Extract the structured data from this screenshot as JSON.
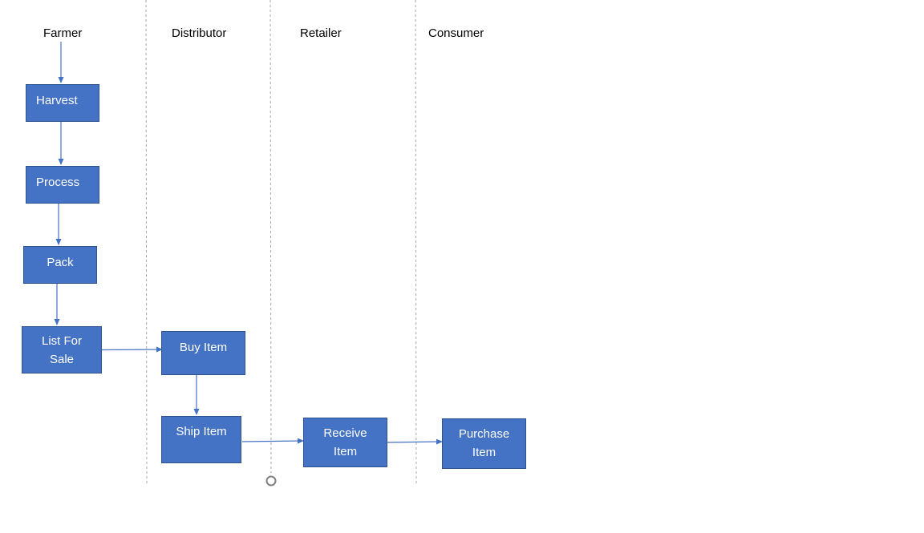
{
  "lanes": [
    {
      "id": "farmer",
      "label": "Farmer"
    },
    {
      "id": "distributor",
      "label": "Distributor"
    },
    {
      "id": "retailer",
      "label": "Retailer"
    },
    {
      "id": "consumer",
      "label": "Consumer"
    }
  ],
  "nodes": [
    {
      "id": "harvest",
      "label": "Harvest"
    },
    {
      "id": "process",
      "label": "Process"
    },
    {
      "id": "pack",
      "label": "Pack"
    },
    {
      "id": "list_for_sale",
      "label": "List For Sale"
    },
    {
      "id": "buy_item",
      "label": "Buy Item"
    },
    {
      "id": "ship_item",
      "label": "Ship Item"
    },
    {
      "id": "receive_item",
      "label": "Receive Item"
    },
    {
      "id": "purchase_item",
      "label": "Purchase Item"
    }
  ],
  "edges": [
    {
      "from": "farmer",
      "to": "harvest"
    },
    {
      "from": "harvest",
      "to": "process"
    },
    {
      "from": "process",
      "to": "pack"
    },
    {
      "from": "pack",
      "to": "list_for_sale"
    },
    {
      "from": "list_for_sale",
      "to": "buy_item"
    },
    {
      "from": "buy_item",
      "to": "ship_item"
    },
    {
      "from": "ship_item",
      "to": "receive_item"
    },
    {
      "from": "receive_item",
      "to": "purchase_item"
    }
  ],
  "colors": {
    "node_fill": "#4472c4",
    "node_border": "#2f528f",
    "node_text": "#ffffff",
    "connector": "#4472c4",
    "lane_divider": "#a6a6a6",
    "handle": "#808080"
  }
}
